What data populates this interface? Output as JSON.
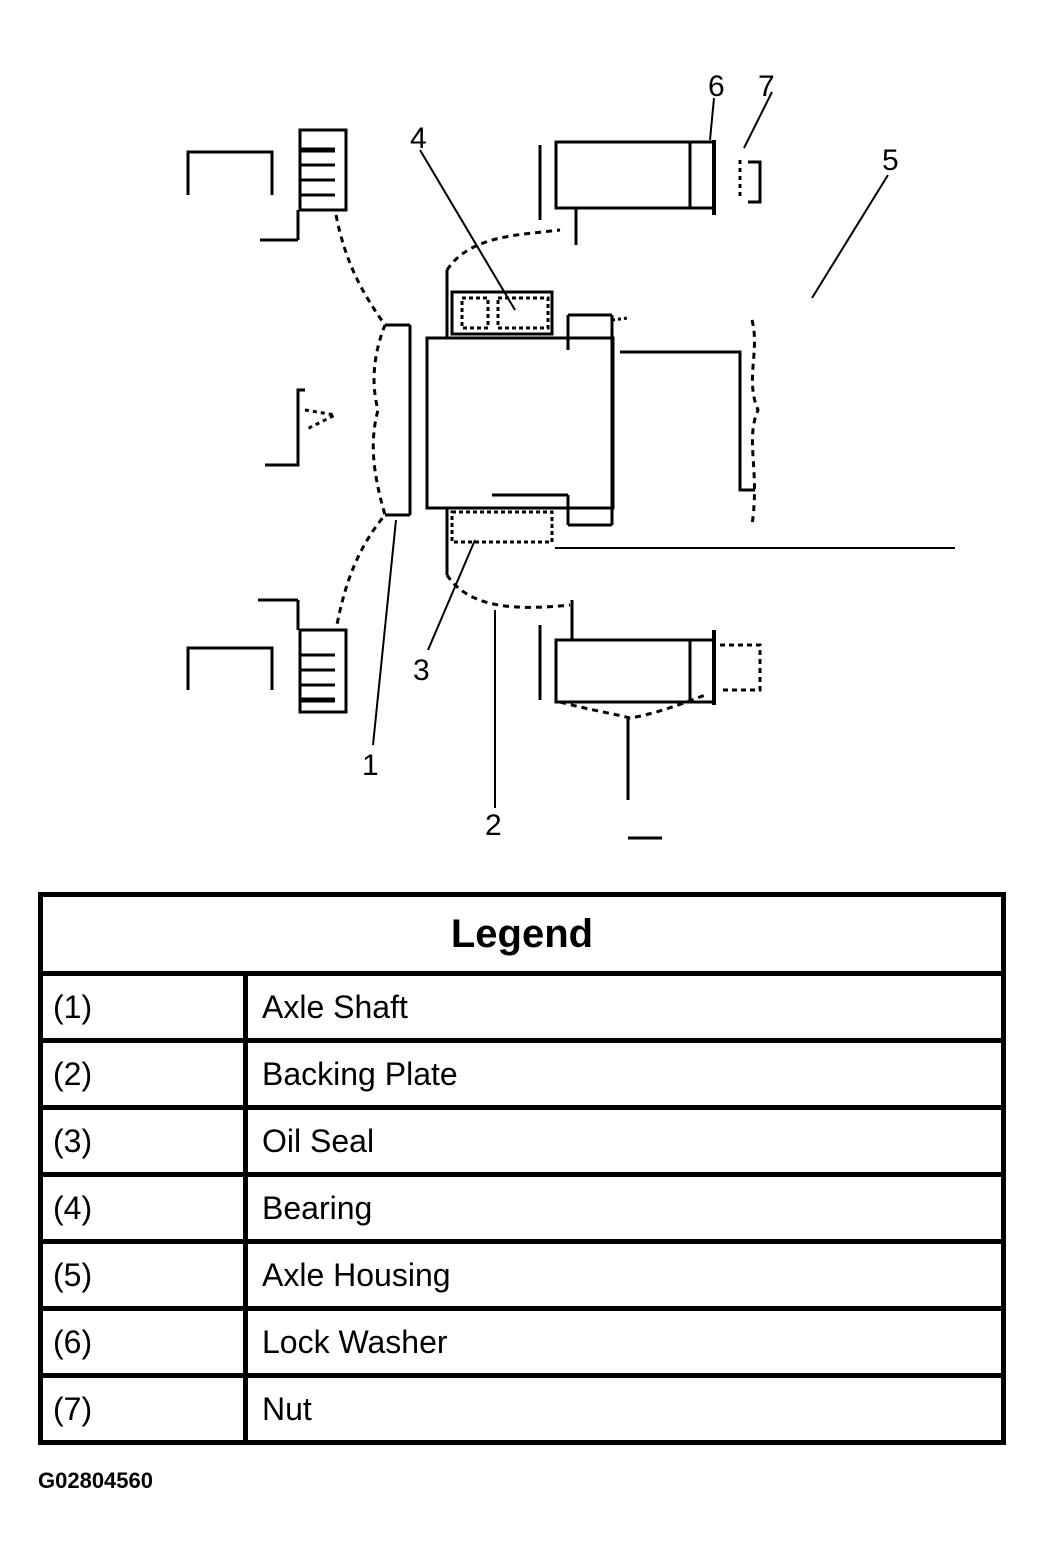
{
  "diagram": {
    "callouts": [
      "1",
      "2",
      "3",
      "4",
      "5",
      "6",
      "7"
    ]
  },
  "legend": {
    "title": "Legend",
    "rows": [
      {
        "num": "(1)",
        "label": "Axle Shaft"
      },
      {
        "num": "(2)",
        "label": "Backing Plate"
      },
      {
        "num": "(3)",
        "label": "Oil Seal"
      },
      {
        "num": "(4)",
        "label": "Bearing"
      },
      {
        "num": "(5)",
        "label": "Axle Housing"
      },
      {
        "num": "(6)",
        "label": "Lock Washer"
      },
      {
        "num": "(7)",
        "label": "Nut"
      }
    ]
  },
  "figure_id": "G02804560"
}
